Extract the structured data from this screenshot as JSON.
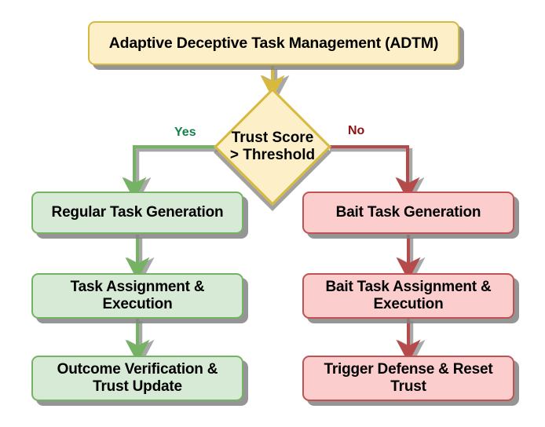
{
  "diagram": {
    "title": "Adaptive Deceptive Task Management (ADTM) flowchart",
    "background": "#ffffff",
    "colors": {
      "root_fill": "#fdf0c9",
      "root_stroke": "#d6b93d",
      "yes_fill": "#d6ead6",
      "yes_stroke": "#76b263",
      "no_fill": "#fbcdcd",
      "no_stroke": "#c15252",
      "yes_label": "#13824a",
      "no_label": "#8f1111",
      "shadow": "#828282"
    }
  },
  "nodes": {
    "root": {
      "label": "Adaptive Deceptive Task Management (ADTM)"
    },
    "decision": {
      "line1": "Trust Score",
      "line2": "> Threshold"
    },
    "yes_branch": [
      {
        "label": "Regular Task Generation"
      },
      {
        "line1": "Task Assignment &",
        "line2": "Execution"
      },
      {
        "line1": "Outcome Verification &",
        "line2": "Trust Update"
      }
    ],
    "no_branch": [
      {
        "label": "Bait Task Generation"
      },
      {
        "line1": "Bait Task Assignment &",
        "line2": "Execution"
      },
      {
        "line1": "Trigger Defense & Reset",
        "line2": "Trust"
      }
    ]
  },
  "edges": {
    "yes_label": "Yes",
    "no_label": "No"
  }
}
